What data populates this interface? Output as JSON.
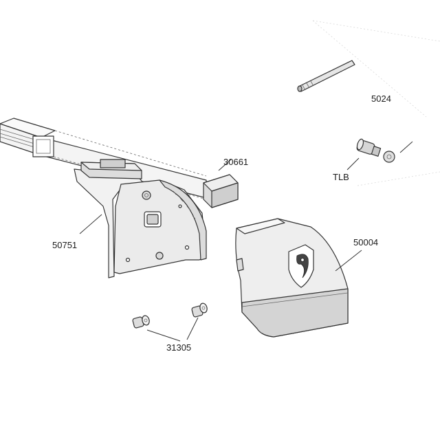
{
  "diagram": {
    "labels": {
      "rod": "5024",
      "lock": "TLB",
      "end_cap": "30661",
      "foot_pad": "50751",
      "foot_cover": "50004",
      "screws": "31305"
    }
  }
}
